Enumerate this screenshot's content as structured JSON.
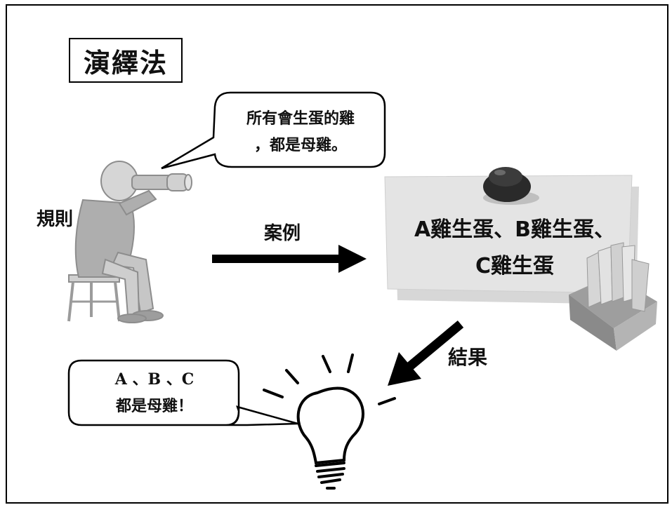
{
  "title": "演繹法",
  "labels": {
    "rule": "規則",
    "case": "案例",
    "result": "結果"
  },
  "rule_bubble": {
    "line1": "所有會生蛋的雞",
    "line2": "，都是母雞。"
  },
  "note": {
    "line1": "A雞生蛋、B雞生蛋、",
    "line2": "C雞生蛋"
  },
  "result_bubble": {
    "line1": "A 、B 、C",
    "line2": "都是母雞！"
  },
  "colors": {
    "border": "#000000",
    "note_fill": "#e6e6e6",
    "pin": "#2b2b2b",
    "figure": "#9c9c9c"
  },
  "icons": [
    "man-with-binoculars-icon",
    "pushpin-icon",
    "file-box-icon",
    "lightbulb-icon"
  ]
}
